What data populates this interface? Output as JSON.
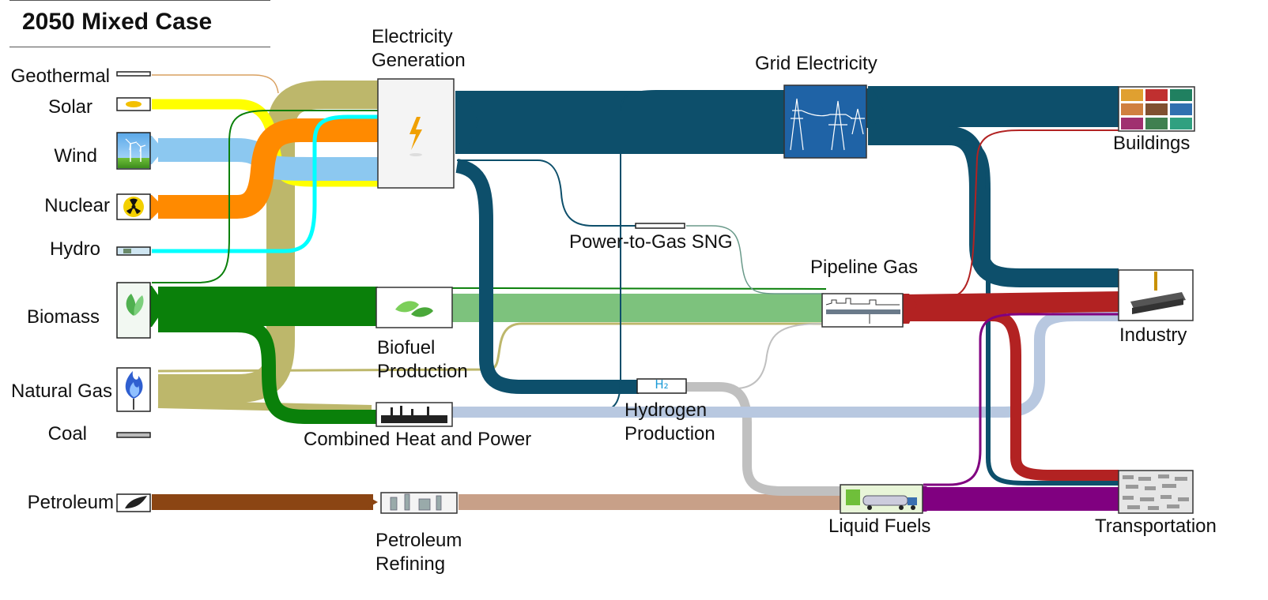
{
  "title": "2050 Mixed Case",
  "colors": {
    "geothermal": "#d9a060",
    "solar": "#ffff00",
    "wind": "#8cc8f0",
    "nuclear": "#ff8a00",
    "hydro": "#00ffff",
    "biomass": "#0a800a",
    "biofuel": "#7dc27d",
    "natural_gas": "#bdb76b",
    "petroleum": "#8b4513",
    "refined": "#c8a088",
    "electricity": "#0d4f6b",
    "pipeline": "#b22222",
    "hydrogen": "#c0c0c0",
    "chp_heat": "#b8c8e0",
    "liquid": "#800080",
    "sng": "#6a9a8a"
  },
  "sources": {
    "geothermal": "Geothermal",
    "solar": "Solar",
    "wind": "Wind",
    "nuclear": "Nuclear",
    "hydro": "Hydro",
    "biomass": "Biomass",
    "natural_gas": "Natural Gas",
    "coal": "Coal",
    "petroleum": "Petroleum"
  },
  "converters": {
    "electricity_generation": [
      "Electricity",
      "Generation"
    ],
    "grid_electricity": "Grid Electricity",
    "power_to_gas": "Power-to-Gas SNG",
    "pipeline_gas": "Pipeline Gas",
    "biofuel_production": [
      "Biofuel",
      "Production"
    ],
    "hydrogen_production": [
      "Hydrogen",
      "Production"
    ],
    "hydrogen_symbol": "H₂",
    "chp": "Combined Heat and Power",
    "petroleum_refining": [
      "Petroleum",
      "Refining"
    ],
    "liquid_fuels": "Liquid Fuels"
  },
  "sinks": {
    "buildings": "Buildings",
    "industry": "Industry",
    "transportation": "Transportation"
  },
  "icons": {
    "geothermal": "geothermal-icon",
    "solar": "solar-panel-icon",
    "wind": "wind-turbine-icon",
    "nuclear": "radiation-icon",
    "hydro": "dam-icon",
    "biomass": "leaf-icon",
    "natural_gas": "flame-icon",
    "coal": "coal-icon",
    "petroleum": "oil-icon",
    "electricity": "lightning-icon",
    "grid": "power-tower-icon",
    "biofuel": "leaf-drop-icon",
    "chp": "factory-icon",
    "refinery": "refinery-icon",
    "pipeline": "pipeline-icon",
    "liquid": "tanker-truck-icon",
    "buildings": "buildings-icon",
    "industry": "steel-beam-icon",
    "transportation": "traffic-icon"
  }
}
